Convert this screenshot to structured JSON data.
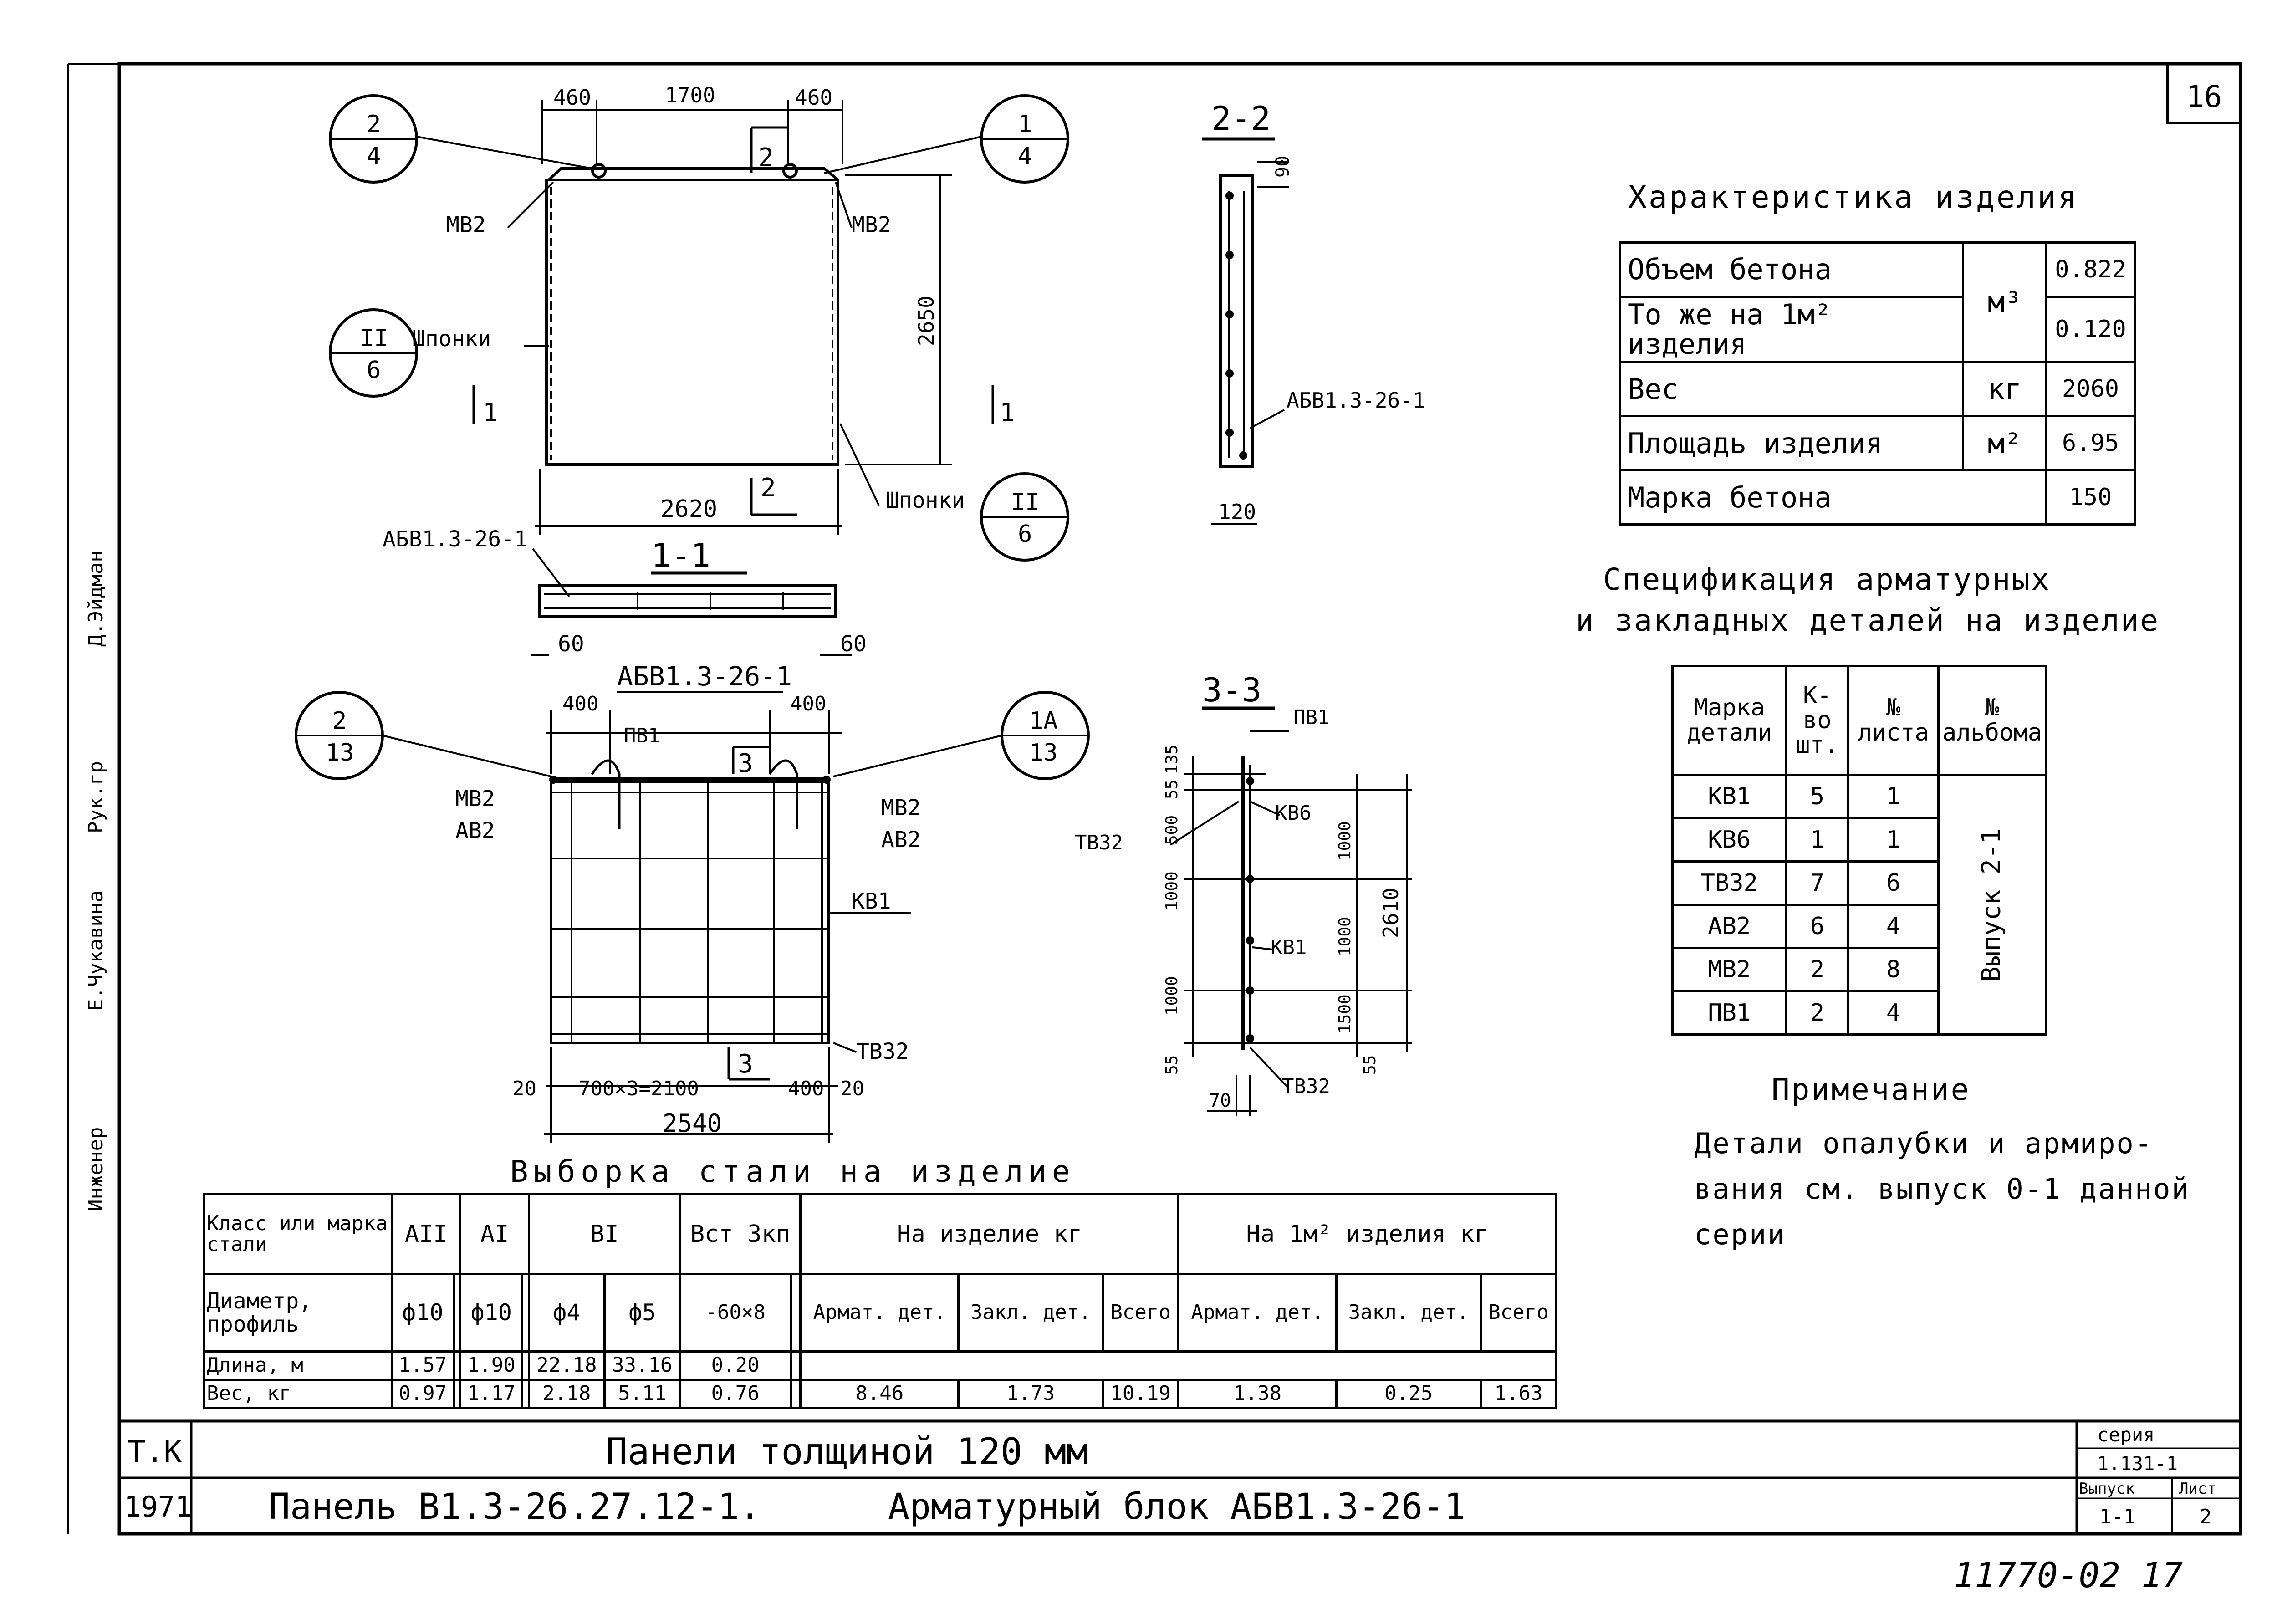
{
  "sheet_number": "16",
  "plan": {
    "dims_top": [
      "460",
      "1700",
      "460"
    ],
    "height": "2650",
    "width": "2620",
    "bubble_top_left": {
      "num": "2",
      "den": "4"
    },
    "bubble_top_right": {
      "num": "1",
      "den": "4"
    },
    "bubble_left": {
      "num": "II",
      "den": "6"
    },
    "bubble_right": {
      "num": "II",
      "den": "6"
    },
    "mark_mv2_left": "МВ2",
    "mark_mv2_right": "МВ2",
    "keys_left": "Шпонки",
    "keys_right": "Шпонки",
    "cut_mark_top": "2",
    "cut_mark_bottom": "2",
    "cut_1_left": "1",
    "cut_1_right": "1"
  },
  "section_11": {
    "title": "1-1",
    "block_label": "АБВ1.3-26-1",
    "dim_left": "60",
    "dim_right": "60"
  },
  "section_22": {
    "title": "2-2",
    "dim_top": "90",
    "dim_bottom": "120",
    "block_label": "АБВ1.3-26-1"
  },
  "rebar": {
    "title": "АБВ1.3-26-1",
    "dims_top": [
      "400",
      "400"
    ],
    "bubble_left": {
      "num": "2",
      "den": "13"
    },
    "bubble_right": {
      "num": "1А",
      "den": "13"
    },
    "pv1": "ПВ1",
    "mv2_left": "МВ2",
    "av2_left": "АВ2",
    "mv2_right": "МВ2",
    "av2_right": "АВ2",
    "kv1": "КВ1",
    "tv32": "ТВ32",
    "cut_mark_top": "3",
    "cut_mark_bottom": "3",
    "dims_bottom": [
      "20",
      "700×3=2100",
      "400",
      "20"
    ],
    "total_width": "2540"
  },
  "section_33": {
    "title": "3-3",
    "pv1": "ПВ1",
    "kv6": "КВ6",
    "tv32_top": "ТВ32",
    "kv1": "КВ1",
    "tv32_bottom": "ТВ32",
    "dims_left": [
      "135",
      "55",
      "500",
      "1000",
      "1000",
      "55"
    ],
    "dims_right": [
      "1000",
      "1000",
      "1500",
      "55"
    ],
    "total": "2610",
    "dim_bottom": "70"
  },
  "characteristics": {
    "title": "Характеристика изделия",
    "rows": [
      {
        "name": "Объем бетона",
        "unit": "м³",
        "value": "0.822"
      },
      {
        "name": "То же на 1м² изделия",
        "unit": "",
        "value": "0.120"
      },
      {
        "name": "Вес",
        "unit": "кг",
        "value": "2060"
      },
      {
        "name": "Площадь изделия",
        "unit": "м²",
        "value": "6.95"
      },
      {
        "name": "Марка бетона",
        "unit": "",
        "value": "150"
      }
    ]
  },
  "specification": {
    "title_line1": "Спецификация арматурных",
    "title_line2": "и закладных деталей на изделие",
    "headers": [
      "Марка детали",
      "К-во шт.",
      "№ листа",
      "№ альбома"
    ],
    "rows": [
      {
        "mark": "КВ1",
        "qty": "5",
        "sheet": "1"
      },
      {
        "mark": "КВ6",
        "qty": "1",
        "sheet": "1"
      },
      {
        "mark": "ТВ32",
        "qty": "7",
        "sheet": "6"
      },
      {
        "mark": "АВ2",
        "qty": "6",
        "sheet": "4"
      },
      {
        "mark": "МВ2",
        "qty": "2",
        "sheet": "8"
      },
      {
        "mark": "ПВ1",
        "qty": "2",
        "sheet": "4"
      }
    ],
    "album": "Выпуск 2-1"
  },
  "note": {
    "title": "Примечание",
    "lines": [
      "Детали опалубки и армиро-",
      "вания см. выпуск 0-1 данной",
      "серии"
    ]
  },
  "steel": {
    "title": "Выборка стали на изделие",
    "header_class": "Класс или марка стали",
    "classes": [
      "АII",
      "АI",
      "ВI",
      "Вст 3кп"
    ],
    "per_item": "На изделие кг",
    "per_m2": "На 1м² изделия кг",
    "diam_label": "Диаметр, профиль",
    "diams": [
      "ф10",
      "",
      "ф10",
      "",
      "ф4",
      "ф5",
      "-60×8",
      ""
    ],
    "sub_headers": [
      "Армат. дет.",
      "Закл. дет.",
      "Всего",
      "Армат. дет.",
      "Закл. дет.",
      "Всего"
    ],
    "length_label": "Длина, м",
    "lengths": [
      "1.57",
      "",
      "1.90",
      "",
      "22.18",
      "33.16",
      "0.20",
      ""
    ],
    "weight_label": "Вес, кг",
    "weights": [
      "0.97",
      "",
      "1.17",
      "",
      "2.18",
      "5.11",
      "0.76",
      ""
    ],
    "totals": [
      "8.46",
      "1.73",
      "10.19",
      "1.38",
      "0.25",
      "1.63"
    ]
  },
  "title_block": {
    "tk": "Т.К",
    "year": "1971",
    "line1": "Панели толщиной 120 мм",
    "line2_left": "Панель В1.3-26.27.12-1.",
    "line2_right": "Арматурный блок АБВ1.3-26-1",
    "series_label": "серия",
    "series_value": "1.131-1",
    "issue_label": "Выпуск",
    "issue_value": "1-1",
    "sheet_label": "Лист",
    "sheet_value": "2"
  },
  "side_stamp": [
    "Инженер",
    "Е.Чукавина",
    "Рук.гр",
    "Д.Эйдман"
  ],
  "archive_number": "11770-02 17"
}
